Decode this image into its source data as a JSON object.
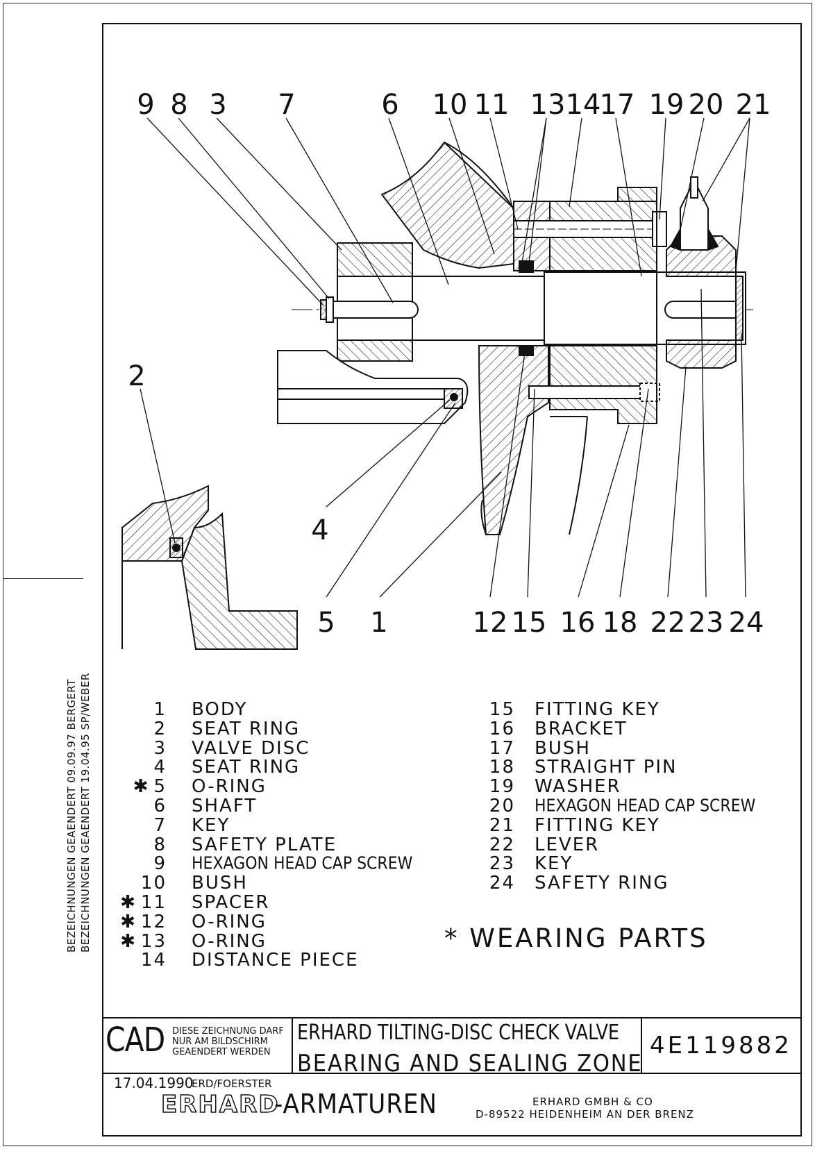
{
  "margin_notes": [
    {
      "text": "BEZEICHNUNGEN GEAENDERT   09.09.97 BERGERT"
    },
    {
      "text": "BEZEICHNUNGEN GEAENDERT   19.04.95 SP/WEBER"
    }
  ],
  "callouts_top": [
    "9",
    "8",
    "3",
    "7",
    "6",
    "10",
    "11",
    "13",
    "14",
    "17",
    "19",
    "20",
    "21"
  ],
  "callouts_bottom": [
    "2",
    "4",
    "5",
    "1",
    "12",
    "15",
    "16",
    "18",
    "22",
    "23",
    "24"
  ],
  "parts_left": [
    {
      "num": "1",
      "star": false,
      "name": "BODY"
    },
    {
      "num": "2",
      "star": false,
      "name": "SEAT RING"
    },
    {
      "num": "3",
      "star": false,
      "name": "VALVE DISC"
    },
    {
      "num": "4",
      "star": false,
      "name": "SEAT RING"
    },
    {
      "num": "5",
      "star": true,
      "name": "O-RING"
    },
    {
      "num": "6",
      "star": false,
      "name": "SHAFT"
    },
    {
      "num": "7",
      "star": false,
      "name": "KEY"
    },
    {
      "num": "8",
      "star": false,
      "name": "SAFETY PLATE"
    },
    {
      "num": "9",
      "star": false,
      "name": "HEXAGON HEAD CAP SCREW"
    },
    {
      "num": "10",
      "star": false,
      "name": "BUSH"
    },
    {
      "num": "11",
      "star": true,
      "name": "SPACER"
    },
    {
      "num": "12",
      "star": true,
      "name": "O-RING"
    },
    {
      "num": "13",
      "star": true,
      "name": "O-RING"
    },
    {
      "num": "14",
      "star": false,
      "name": "DISTANCE PIECE"
    }
  ],
  "parts_right": [
    {
      "num": "15",
      "star": false,
      "name": "FITTING KEY"
    },
    {
      "num": "16",
      "star": false,
      "name": "BRACKET"
    },
    {
      "num": "17",
      "star": false,
      "name": "BUSH"
    },
    {
      "num": "18",
      "star": false,
      "name": "STRAIGHT PIN"
    },
    {
      "num": "19",
      "star": false,
      "name": "WASHER"
    },
    {
      "num": "20",
      "star": false,
      "name": "HEXAGON HEAD CAP SCREW"
    },
    {
      "num": "21",
      "star": false,
      "name": "FITTING KEY"
    },
    {
      "num": "22",
      "star": false,
      "name": "LEVER"
    },
    {
      "num": "23",
      "star": false,
      "name": "KEY"
    },
    {
      "num": "24",
      "star": false,
      "name": "SAFETY RING"
    }
  ],
  "wearing_parts": "* WEARING PARTS",
  "title_block": {
    "cad": "CAD",
    "cad_note": [
      "DIESE ZEICHNUNG DARF",
      "NUR AM BILDSCHIRM",
      "GEAENDERT WERDEN"
    ],
    "date": "17.04.1990",
    "drawn_by": "ERD/FOERSTER",
    "title_line1": "ERHARD TILTING-DISC CHECK VALVE",
    "title_line2": "BEARING AND SEALING ZONE",
    "drawing_number": "4E119882",
    "brand_logo": "ERHARD",
    "brand_rest": "-ARMATUREN",
    "company": "ERHARD GMBH & CO",
    "address": "D-89522 HEIDENHEIM AN DER BRENZ"
  },
  "colors": {
    "ink": "#111111",
    "paper": "#ffffff"
  }
}
